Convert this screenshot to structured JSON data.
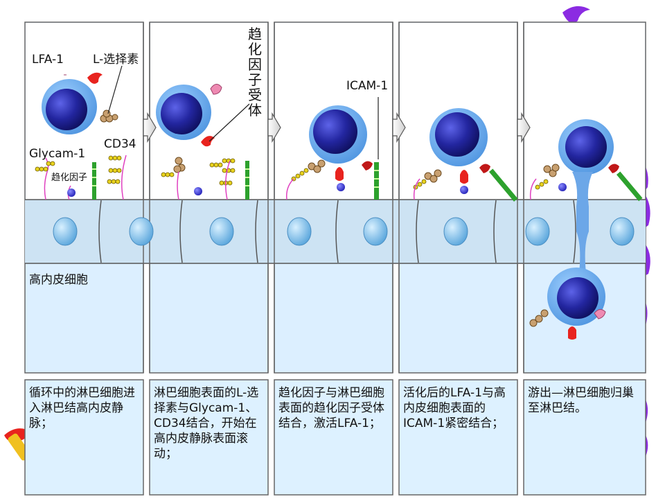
{
  "labels": {
    "lfa1": "LFA-1",
    "lselectin": "L-选择素",
    "glycam1": "Glycam-1",
    "cd34": "CD34",
    "chemokine": "趋化因子",
    "chemokine_receptor": "趋化因子受体",
    "icam1": "ICAM-1",
    "hev": "高内皮细胞"
  },
  "captions": [
    "循环中的淋巴细胞进入淋巴结高内皮静脉；",
    "淋巴细胞表面的L-选择素与Glycam-1、CD34结合，开始在高内皮静脉表面滚动；",
    "趋化因子与淋巴细胞表面的趋化因子受体结合，激活LFA-1；",
    "活化后的LFA-1与高内皮细胞表面的ICAM-1紧密结合；",
    "游出—淋巴细胞归巢至淋巴结。"
  ],
  "colors": {
    "background_blue": "#dcefff",
    "caption_bg": "#ddf1ff",
    "endothelium": "#cde3f3",
    "lymphocyte_outer": "#6ca7e8",
    "nucleus": "#23248a",
    "selectin_red": "#e8231e",
    "lfa1_pink": "#ee8ab2",
    "icam_green": "#2da12d",
    "chemokine_purple": "#3a37c8",
    "decoration_purple": "#8b2be2"
  }
}
